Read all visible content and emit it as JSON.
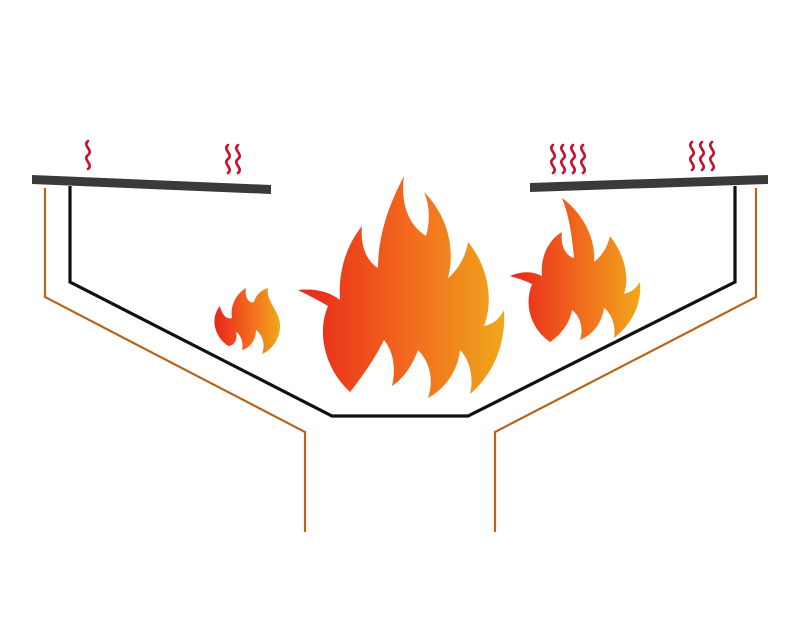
{
  "diagram": {
    "description_free": true,
    "colors": {
      "background": "#ffffff",
      "plate": "#3a3a3a",
      "inner_wall": "#111111",
      "outer_wall": "#b5651d",
      "heat_wave": "#c8102e",
      "flame_hot": "#e8251b",
      "flame_mid": "#f26b1d",
      "flame_cool": "#f0a81c"
    },
    "icons": {
      "flames": [
        "small-flame-icon",
        "large-flame-icon",
        "medium-flame-icon"
      ],
      "heat_waves_left_plate": [
        1,
        2
      ],
      "heat_waves_right_plate": [
        4,
        3
      ]
    }
  }
}
